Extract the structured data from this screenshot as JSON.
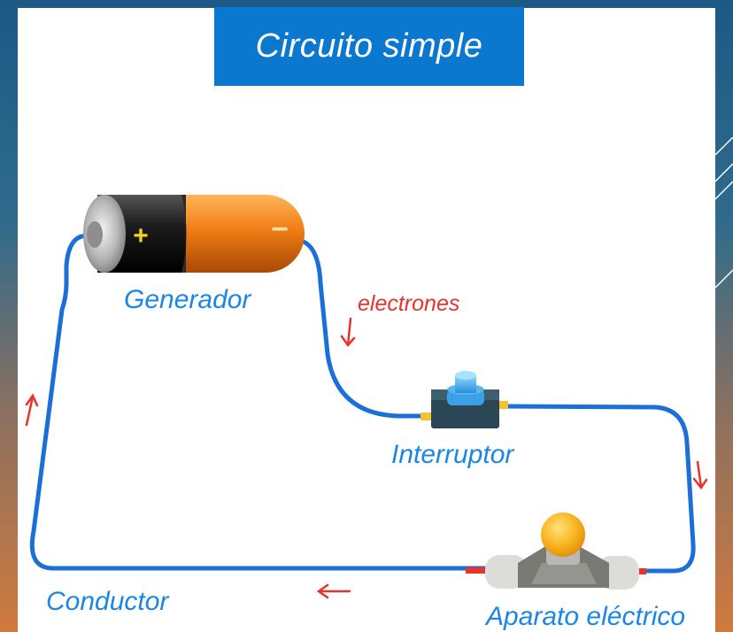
{
  "title": "Circuito simple",
  "labels": {
    "generator": "Generador",
    "electrons": "electrones",
    "switch": "Interruptor",
    "conductor": "Conductor",
    "device": "Aparato eléctrico"
  },
  "battery": {
    "plus": "+",
    "minus": "−"
  },
  "colors": {
    "wire": "#1a6fd8",
    "label_blue": "#1a86e8",
    "arrow_red": "#e8322d",
    "title_bg": "#0b78d0"
  },
  "icons": [
    "battery-icon",
    "switch-icon",
    "light-bulb-icon",
    "arrow-icon"
  ]
}
